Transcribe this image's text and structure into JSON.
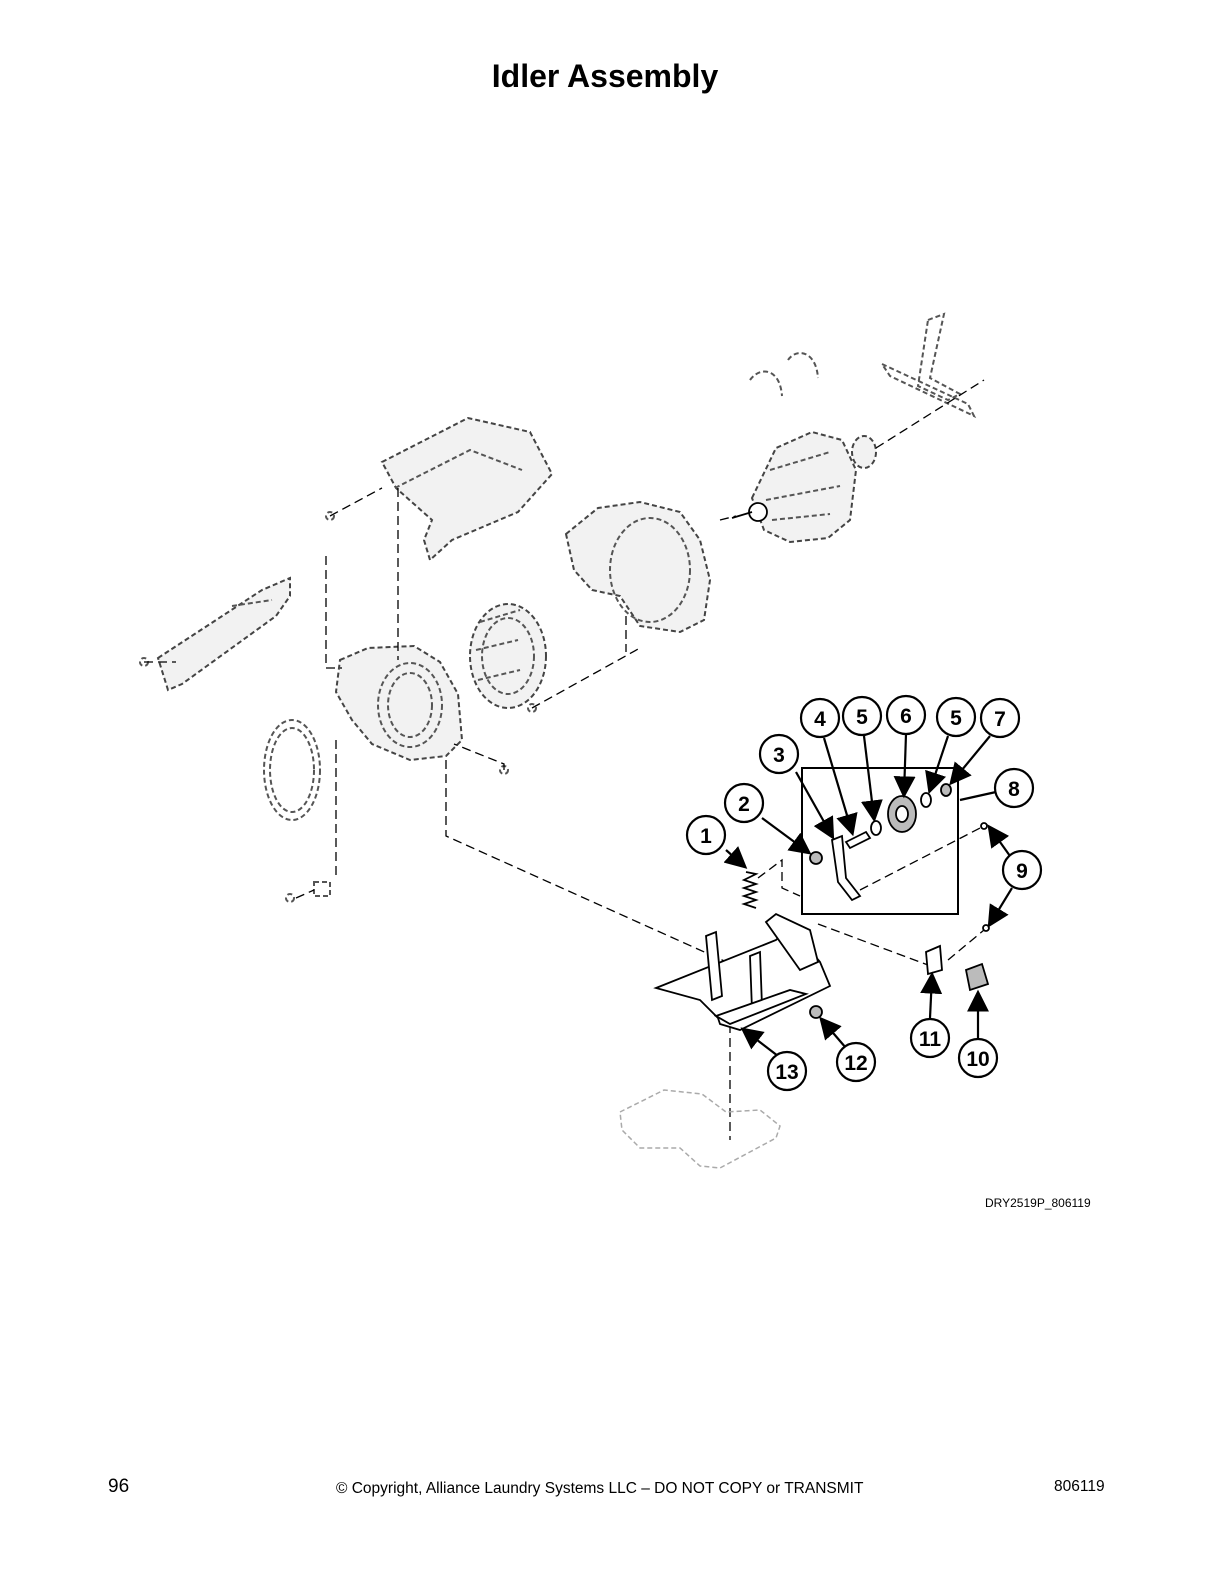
{
  "header": {
    "title": "Idler Assembly"
  },
  "diagram": {
    "drawing_id": "DRY2519P_806119",
    "callouts": [
      {
        "label": "1"
      },
      {
        "label": "2"
      },
      {
        "label": "3"
      },
      {
        "label": "4"
      },
      {
        "label": "5"
      },
      {
        "label": "6"
      },
      {
        "label": "5"
      },
      {
        "label": "7"
      },
      {
        "label": "8"
      },
      {
        "label": "9"
      },
      {
        "label": "10"
      },
      {
        "label": "11"
      },
      {
        "label": "12"
      },
      {
        "label": "13"
      }
    ]
  },
  "footer": {
    "page_number": "96",
    "copyright": "© Copyright, Alliance Laundry Systems LLC – DO NOT COPY or TRANSMIT",
    "document_number": "806119"
  }
}
